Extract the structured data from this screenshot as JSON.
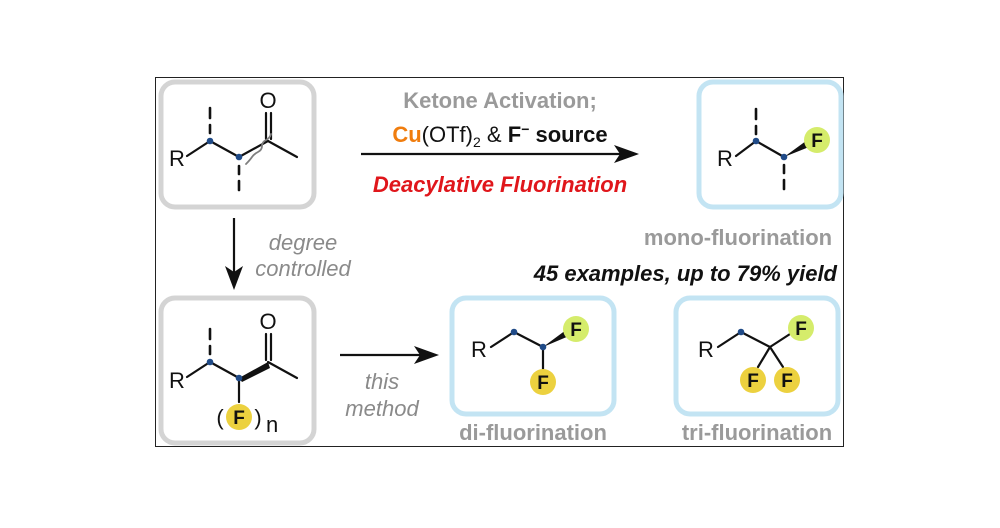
{
  "reaction": {
    "condition_line1": "Ketone Activation;",
    "catalyst_metal": "Cu",
    "catalyst_ligand": "(OTf)",
    "catalyst_subscript": "2",
    "amp": "&",
    "fluoride": "F",
    "fluoride_charge": "−",
    "source_word": "source",
    "method_name": "Deacylative Fluorination"
  },
  "branch": {
    "degree": "degree",
    "controlled": "controlled",
    "this": "this",
    "method": "method"
  },
  "products": {
    "mono": "mono-fluorination",
    "di": "di-fluorination",
    "tri": "tri-fluorination",
    "scope": "45 examples, up to 79% yield"
  },
  "atoms": {
    "r_group": "R",
    "oxygen": "O",
    "fluorine": "F",
    "subscript_n": "n",
    "paren_open": "(",
    "paren_close": ")"
  },
  "colors": {
    "box_gray": "#d4d4d4",
    "box_blue": "#c3e4f3",
    "f_light": "#d5ec6b",
    "f_dark": "#ecd13f",
    "dot": "#1f4a87",
    "red_text": "#e0161b",
    "orange_text": "#f07d0e"
  }
}
